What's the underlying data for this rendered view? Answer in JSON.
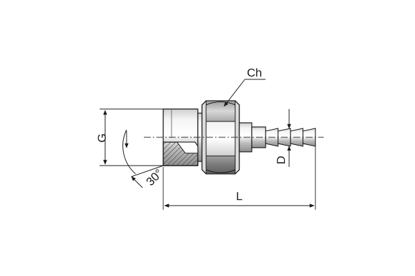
{
  "labels": {
    "hex": "Ch",
    "thread": "G",
    "angle": "30°",
    "hose_diameter": "D",
    "length": "L"
  }
}
